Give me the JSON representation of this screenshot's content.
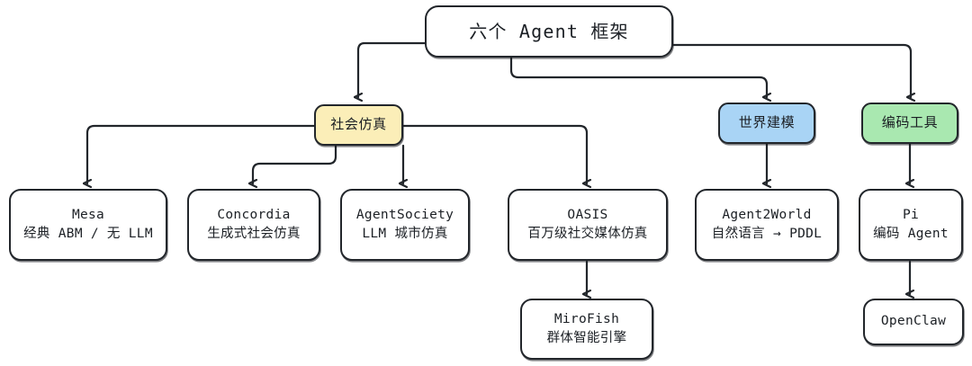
{
  "diagram": {
    "type": "tree-flowchart",
    "title": "六个 Agent 框架",
    "style": "hand-drawn rounded boxes with elbow arrows",
    "colors": {
      "background": "#ffffff",
      "stroke": "#22262b",
      "text": "#1b1f24",
      "category_social_simulation": "#fbeeb8",
      "category_world_modeling": "#a9d4f5",
      "category_coding_tools": "#a9e8b0"
    },
    "root": {
      "id": "root",
      "label": "六个 Agent 框架"
    },
    "categories": [
      {
        "id": "cat-social",
        "label": "社会仿真",
        "color": "#fbeeb8"
      },
      {
        "id": "cat-world",
        "label": "世界建模",
        "color": "#a9d4f5"
      },
      {
        "id": "cat-coding",
        "label": "编码工具",
        "color": "#a9e8b0"
      }
    ],
    "leaves": [
      {
        "id": "mesa",
        "name": "Mesa",
        "desc": "经典 ABM / 无 LLM",
        "parent": "cat-social"
      },
      {
        "id": "concordia",
        "name": "Concordia",
        "desc": "生成式社会仿真",
        "parent": "cat-social"
      },
      {
        "id": "agentsociety",
        "name": "AgentSociety",
        "desc": "LLM 城市仿真",
        "parent": "cat-social"
      },
      {
        "id": "oasis",
        "name": "OASIS",
        "desc": "百万级社交媒体仿真",
        "parent": "cat-social"
      },
      {
        "id": "agent2world",
        "name": "Agent2World",
        "desc": "自然语言 → PDDL",
        "parent": "cat-world"
      },
      {
        "id": "pi",
        "name": "Pi",
        "desc": "编码 Agent",
        "parent": "cat-coding"
      },
      {
        "id": "mirofish",
        "name": "MiroFish",
        "desc": "群体智能引擎",
        "parent": "oasis"
      },
      {
        "id": "openclaw",
        "name": "OpenClaw",
        "desc": "",
        "parent": "pi"
      }
    ],
    "edges": [
      {
        "from": "root",
        "to": "cat-social"
      },
      {
        "from": "root",
        "to": "cat-world"
      },
      {
        "from": "root",
        "to": "cat-coding"
      },
      {
        "from": "cat-social",
        "to": "mesa"
      },
      {
        "from": "cat-social",
        "to": "concordia"
      },
      {
        "from": "cat-social",
        "to": "agentsociety"
      },
      {
        "from": "cat-social",
        "to": "oasis"
      },
      {
        "from": "cat-world",
        "to": "agent2world"
      },
      {
        "from": "cat-coding",
        "to": "pi"
      },
      {
        "from": "oasis",
        "to": "mirofish"
      },
      {
        "from": "pi",
        "to": "openclaw"
      }
    ]
  }
}
